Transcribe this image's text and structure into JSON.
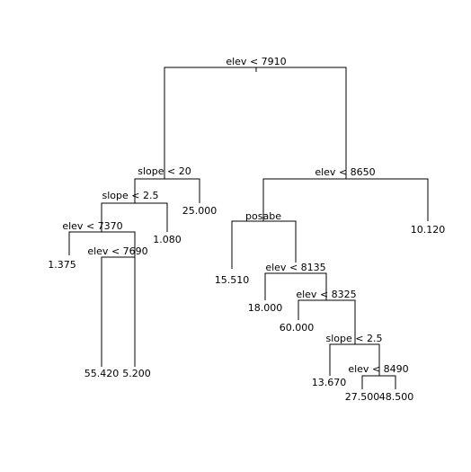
{
  "tree": {
    "splits": [
      {
        "id": "n1",
        "text": "elev < 7910"
      },
      {
        "id": "n2",
        "text": "slope < 20"
      },
      {
        "id": "n3",
        "text": "elev < 8650"
      },
      {
        "id": "n4",
        "text": "slope < 2.5"
      },
      {
        "id": "n5",
        "text": "posabe"
      },
      {
        "id": "n6",
        "text": "elev < 7370"
      },
      {
        "id": "n7",
        "text": "elev < 8135"
      },
      {
        "id": "n8",
        "text": "elev < 7690"
      },
      {
        "id": "n9",
        "text": "elev < 8325"
      },
      {
        "id": "n10",
        "text": "slope < 2.5"
      },
      {
        "id": "n11",
        "text": "elev < 8490"
      }
    ],
    "leaves": [
      {
        "id": "l1",
        "text": "25.000"
      },
      {
        "id": "l2",
        "text": "10.120"
      },
      {
        "id": "l3",
        "text": "1.080"
      },
      {
        "id": "l4",
        "text": "15.510"
      },
      {
        "id": "l5",
        "text": "1.375"
      },
      {
        "id": "l6",
        "text": "18.000"
      },
      {
        "id": "l7",
        "text": "55.420"
      },
      {
        "id": "l8",
        "text": "5.200"
      },
      {
        "id": "l9",
        "text": "60.000"
      },
      {
        "id": "l10",
        "text": "13.670"
      },
      {
        "id": "l11",
        "text": "27.500"
      },
      {
        "id": "l12",
        "text": "48.500"
      }
    ]
  }
}
